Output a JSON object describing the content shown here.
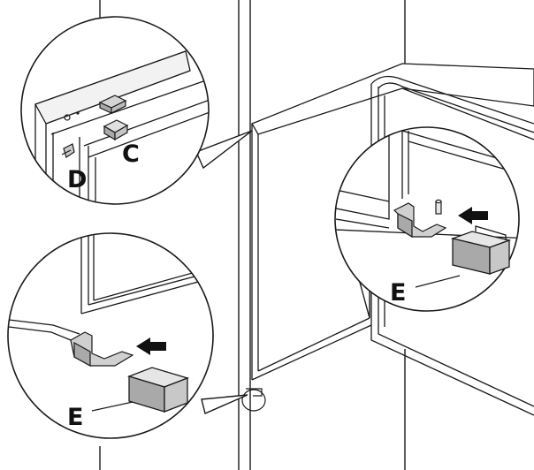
{
  "labels": {
    "c": "C",
    "d": "D",
    "e_right": "E",
    "e_left": "E"
  },
  "colors": {
    "stroke": "#1a1a1a",
    "background": "#ffffff",
    "shade_light": "#e6e6e6",
    "shade_mid": "#c8c8c8",
    "shade_dark": "#a9a9a9",
    "arrow": "#111111"
  },
  "icons": {
    "arrow_left": "push-arrow-icon",
    "arrow_right": "push-arrow-icon"
  }
}
